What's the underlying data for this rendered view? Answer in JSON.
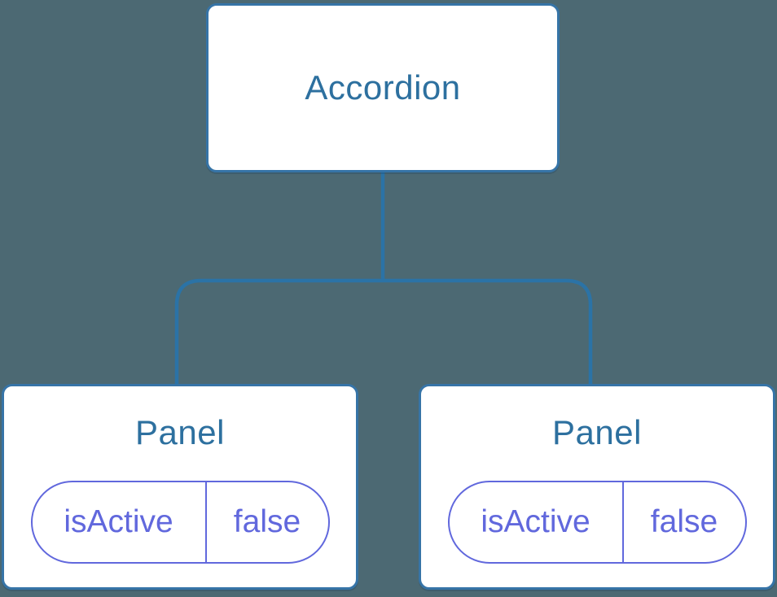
{
  "colors": {
    "background": "#4C6973",
    "node_bg": "#FFFFFF",
    "node_border": "#3674A7",
    "connector": "#2B73A6",
    "title_text": "#2D709F",
    "state_accent": "#6168DD"
  },
  "diagram": {
    "type": "component-tree",
    "root": {
      "label": "Accordion"
    },
    "panels": [
      {
        "title": "Panel",
        "state": {
          "key": "isActive",
          "value": "false"
        }
      },
      {
        "title": "Panel",
        "state": {
          "key": "isActive",
          "value": "false"
        }
      }
    ]
  }
}
